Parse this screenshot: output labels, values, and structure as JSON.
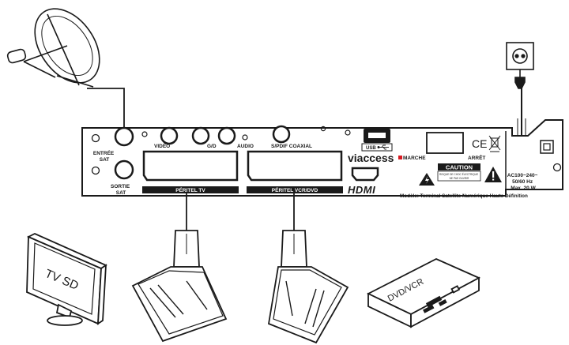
{
  "panel": {
    "entree_sat": [
      "ENTRÉE",
      "SAT"
    ],
    "sortie_sat": [
      "SORTIE",
      "SAT"
    ],
    "video": "VIDÉO",
    "gd": "G/D",
    "audio": "AUDIO",
    "spdif": "S/PDIF COAXIAL",
    "usb": "USB",
    "marche": "MARCHE",
    "arret": "ARRÊT",
    "brand": "viaccess",
    "peritel_tv": "PÉRITEL TV",
    "peritel_vcr": "PÉRITEL VCR/DVD",
    "hdmi": "HDMI",
    "caution": "CAUTION",
    "caution_sub": [
      "RISQUE DE CHOC ÉLECTRIQUE",
      "NE PAS OUVRIR"
    ],
    "ce": "CE",
    "power": [
      "AC100~240~",
      "50/60 Hz",
      "Max. 20 W"
    ],
    "model": "Modèle: Terminal Satellite Numérique Haute Définition"
  },
  "devices": {
    "tv": "TV SD",
    "dvd": "DVD/VCR"
  },
  "colors": {
    "line": "#1a1a1a",
    "panel_fill": "#ffffff",
    "brand_accent": "#d71920"
  }
}
